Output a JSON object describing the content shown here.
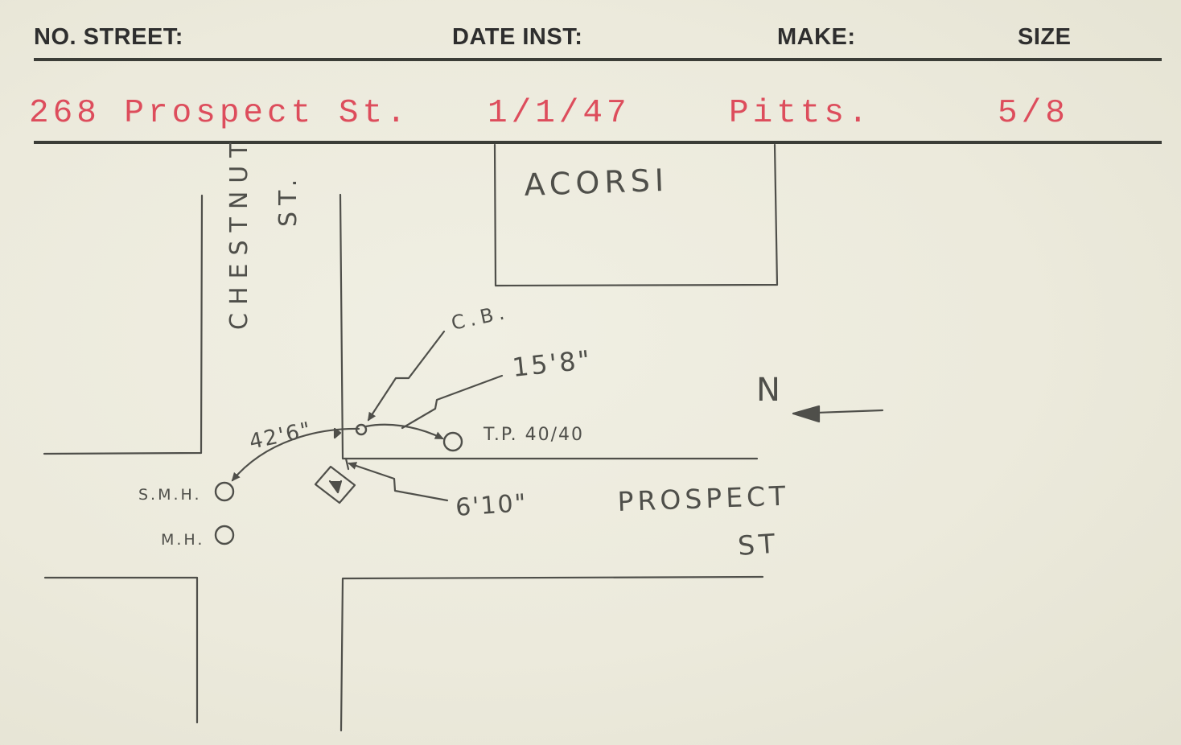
{
  "header": {
    "no_street_label": "NO. STREET:",
    "date_inst_label": "DATE INST:",
    "make_label": "MAKE:",
    "size_label": "SIZE"
  },
  "record": {
    "address": "268 Prospect St.",
    "date_installed": "1/1/47",
    "make": "Pitts.",
    "size": "5/8"
  },
  "sketch": {
    "building_label": "ACORSI",
    "chestnut_label": "CHESTNUT",
    "chestnut_st_label": "ST.",
    "prospect_label": "PROSPECT",
    "prospect_st_label": "ST",
    "cb_label": "C.B.",
    "dist_cb_tp": "15'8\"",
    "dist_smh": "42'6\"",
    "dist_box": "6'10\"",
    "tp_label": "T.P. 40/40",
    "smh_label": "S.M.H.",
    "mh_label": "M.H.",
    "north_label": "N"
  },
  "colors": {
    "typed_red": "#dd4d5c",
    "ink_dark": "#2e2e2e",
    "pencil": "#4f4f4a",
    "card": "#ecebde"
  }
}
